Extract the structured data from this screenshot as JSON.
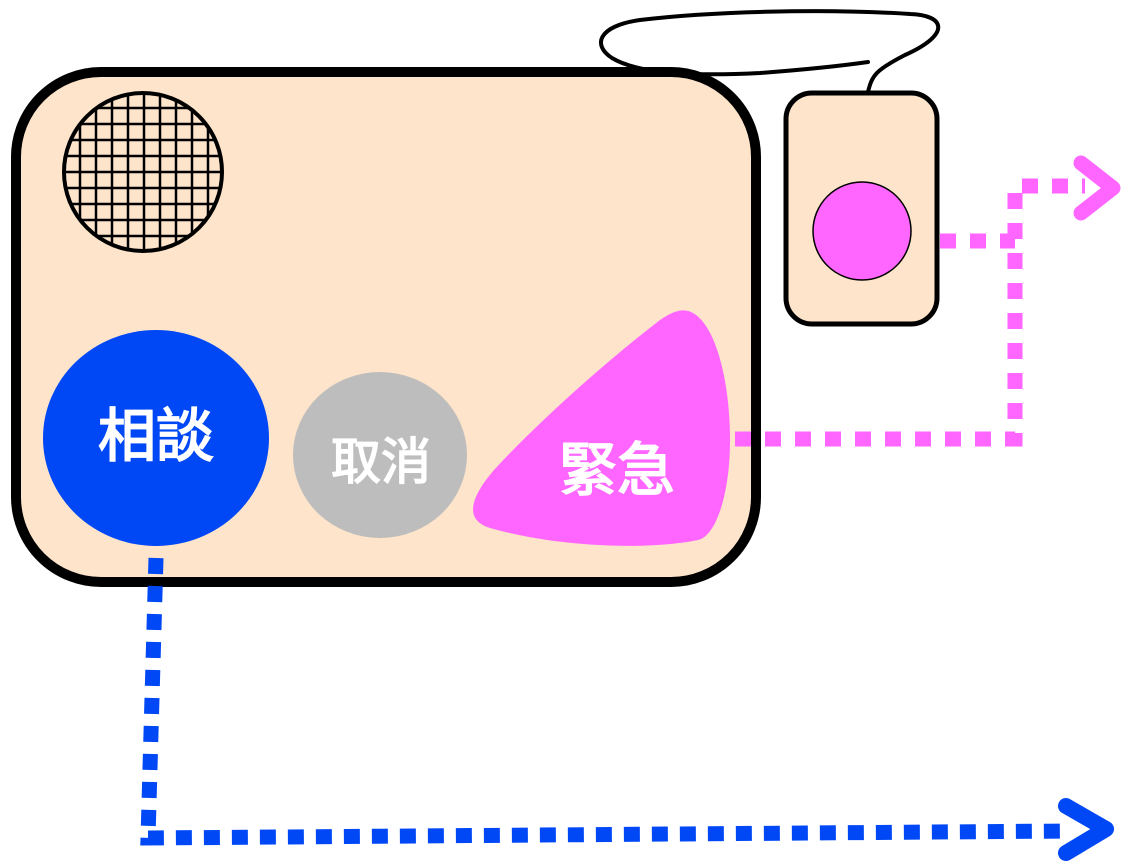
{
  "buttons": {
    "consult": {
      "label": "相談"
    },
    "cancel": {
      "label": "取消"
    },
    "emergency": {
      "label": "緊急"
    }
  },
  "colors": {
    "panel_fill": "#fde4ca",
    "outline": "#000000",
    "consult": "#0047f5",
    "cancel": "#bdbdbd",
    "emergency": "#ff66ff",
    "emergency_line": "#ff66ff",
    "consult_line": "#0047f5"
  },
  "icons": {
    "speaker": "speaker-grille-icon",
    "pendant": "pendant-call-button-icon"
  }
}
